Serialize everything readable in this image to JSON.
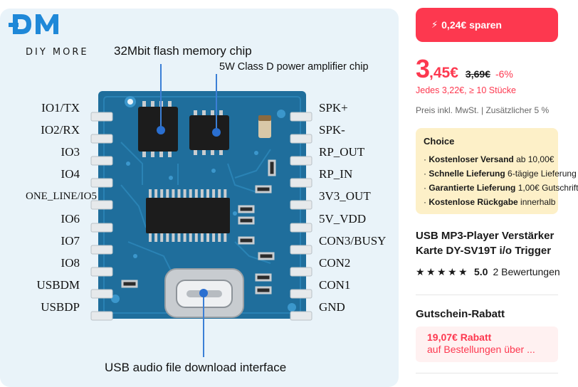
{
  "product_image": {
    "brand_text": "DIY MORE",
    "callouts": {
      "flash_chip": "32Mbit flash memory chip",
      "amplifier_chip": "5W Class D power amplifier chip",
      "usb_interface": "USB audio file download interface"
    },
    "left_pins": [
      "IO1/TX",
      "IO2/RX",
      "IO3",
      "IO4",
      "ONE_LINE/IO5",
      "IO6",
      "IO7",
      "IO8",
      "USBDM",
      "USBDP"
    ],
    "right_pins": [
      "SPK+",
      "SPK-",
      "RP_OUT",
      "RP_IN",
      "3V3_OUT",
      "5V_VDD",
      "CON3/BUSY",
      "CON2",
      "CON1",
      "GND"
    ],
    "colors": {
      "board": "#1f6e9c",
      "background": "#e9f3f9",
      "chip": "#1c1c1c",
      "pad": "#e9ecee"
    }
  },
  "savings": {
    "icon": "bolt-icon",
    "label": "0,24€ sparen"
  },
  "price": {
    "integer": "3",
    "decimal": ",45€",
    "original": "3,69€",
    "discount": "-6%",
    "tier": "Jedes 3,22€, ≥ 10 Stücke",
    "tax_info": "Preis inkl. MwSt. | Zusätzlicher 5 %"
  },
  "choice": {
    "title": "Choice",
    "items": [
      {
        "bold": "Kostenloser Versand",
        "rest": " ab 10,00€"
      },
      {
        "bold": "Schnelle Lieferung",
        "rest": " 6-tägige Lieferung"
      },
      {
        "bold": "Garantierte Lieferung",
        "rest": "  1,00€ Gutschrift"
      },
      {
        "bold": "Kostenlose Rückgabe",
        "rest": " innerhalb"
      }
    ]
  },
  "product_title": {
    "line1": "USB MP3-Player Verstärker",
    "line2": "Karte DY-SV19T i/o Trigger"
  },
  "rating": {
    "value": "5.0",
    "reviews": "2 Bewertungen",
    "stars": 5
  },
  "coupon": {
    "heading": "Gutschein-Rabatt",
    "amount": "19,07€ Rabatt",
    "description": "auf Bestellungen über ..."
  },
  "colors": {
    "accent": "#fd384f",
    "choice_bg": "#fdf0c8",
    "coupon_bg": "#fff1f1"
  }
}
